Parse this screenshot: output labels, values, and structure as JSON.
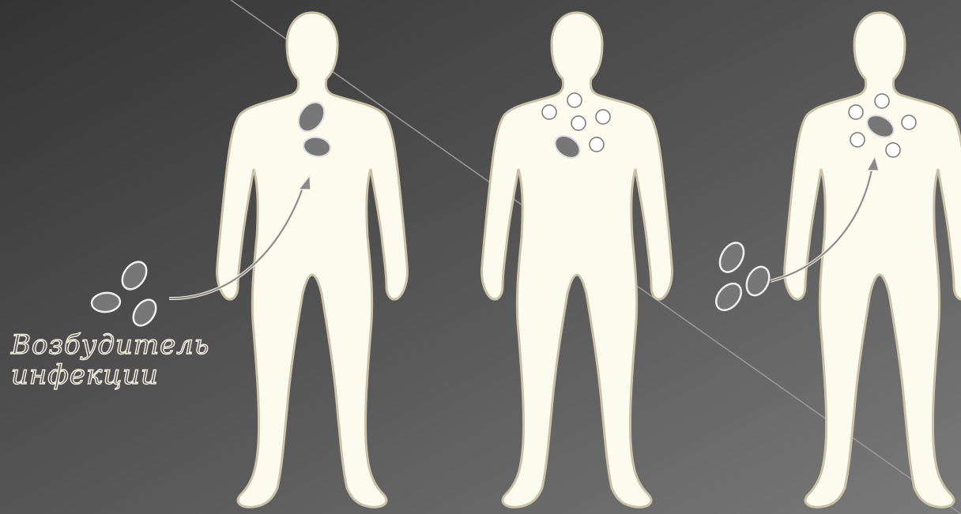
{
  "caption": {
    "line1": "Возбудитель",
    "line2": "инфекции"
  },
  "colors": {
    "background_dark": "#3d3d3d",
    "background_light": "#727272",
    "body_fill": "#fdfbed",
    "body_outline": "#c9c2a8",
    "pathogen_fill": "#777777",
    "immune_cell_fill": "#ffffff",
    "arrow": "#8a8a8a"
  },
  "figures": [
    {
      "id": "figure-1",
      "content": "pathogens entering body"
    },
    {
      "id": "figure-2",
      "content": "immune cells surround pathogen"
    },
    {
      "id": "figure-3",
      "content": "repeat infection meets immune cells"
    }
  ]
}
